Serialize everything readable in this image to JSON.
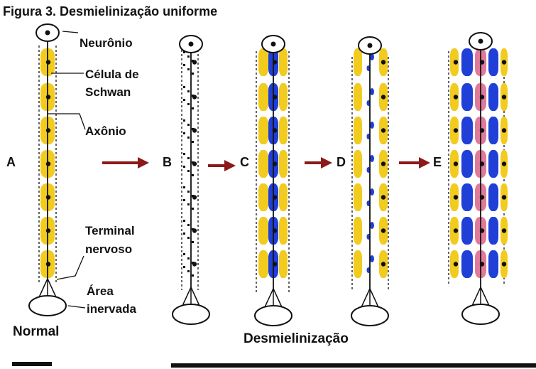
{
  "figure": {
    "title": "Figura 3. Desmielinização uniforme",
    "labels": {
      "neuron": "Neurônio",
      "schwann": "Célula de Schwan",
      "schwann_line1": "Célula de",
      "schwann_line2": "Schwan",
      "axon": "Axônio",
      "terminal_line1": "Terminal",
      "terminal_line2": "nervoso",
      "area_line1": "Área",
      "area_line2": "inervada"
    },
    "panels": [
      "A",
      "B",
      "C",
      "D",
      "E"
    ],
    "captions": {
      "normal": "Normal",
      "demyelination": "Desmielinização"
    },
    "colors": {
      "schwann_cell": "#f2cb1f",
      "remyelinating_cell": "#1f3fd6",
      "macrophage": "#e07a9a",
      "arrow": "#8b1a1a",
      "axon": "#111111"
    }
  }
}
